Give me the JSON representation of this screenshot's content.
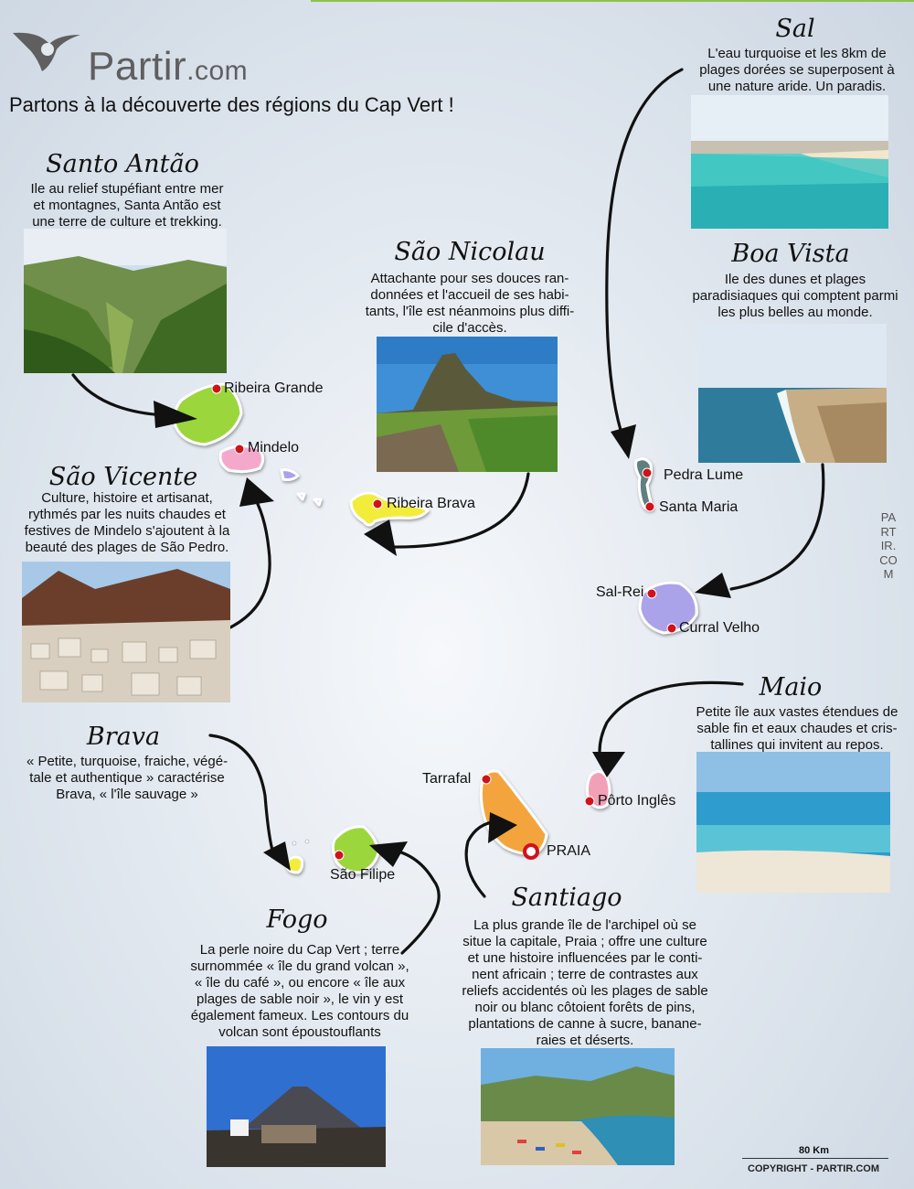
{
  "brand": {
    "name": "Partir",
    "domain": ".com",
    "accent": "#8bc34a",
    "logo_icon": "map-pin-bird-icon"
  },
  "headline": "Partons à la découverte des régions du Cap Vert !",
  "vertical_mark": "PARTIR.COM",
  "regions": {
    "santo_antao": {
      "title": "Santo Antão",
      "lines": [
        "Ile au relief stupéfiant entre mer",
        "et montagnes, Santa Antão est",
        "une terre de culture et trekking."
      ]
    },
    "sao_nicolau": {
      "title": "São Nicolau",
      "lines": [
        "Attachante pour ses douces ran-",
        "données et l'accueil de ses habi-",
        "tants, l'île est néanmoins plus diffi-",
        "cile d'accès."
      ]
    },
    "sal": {
      "title": "Sal",
      "lines": [
        "L'eau turquoise et les 8km de",
        "plages dorées se superposent à",
        "une nature aride. Un paradis."
      ]
    },
    "boa_vista": {
      "title": "Boa Vista",
      "lines": [
        "Ile des dunes et plages",
        "paradisiaques qui comptent parmi",
        "les plus belles au monde."
      ]
    },
    "sao_vicente": {
      "title": "São Vicente",
      "lines": [
        "Culture, histoire et artisanat,",
        "rythmés par les nuits chaudes et",
        "festives de Mindelo s'ajoutent à la",
        "beauté des plages de São Pedro."
      ]
    },
    "brava": {
      "title": "Brava",
      "lines": [
        "« Petite, turquoise, fraiche, végé-",
        "tale et authentique » caractérise",
        "Brava, « l'île sauvage »"
      ]
    },
    "maio": {
      "title": "Maio",
      "lines": [
        "Petite île aux vastes étendues de",
        "sable fin et eaux chaudes et cris-",
        "tallines qui invitent au repos."
      ]
    },
    "fogo": {
      "title": "Fogo",
      "lines": [
        "La perle noire du Cap Vert ; terre",
        "surnommée « île du grand volcan »,",
        "« île du café », ou encore « île aux",
        "plages de sable noir », le vin y est",
        "également fameux. Les contours du",
        "volcan sont époustouflants"
      ]
    },
    "santiago": {
      "title": "Santiago",
      "lines": [
        "La plus grande île de l'archipel où se",
        "situe la capitale, Praia ; offre une culture",
        "et une histoire influencées par le conti-",
        "nent africain ; terre de contrastes aux",
        "reliefs accidentés où les plages de sable",
        "noir ou blanc côtoient forêts de pins,",
        "plantations de canne à sucre, banane-",
        "raies et déserts."
      ]
    }
  },
  "towns": {
    "ribeira_grande": "Ribeira Grande",
    "mindelo": "Mindelo",
    "ribeira_brava": "Ribeira Brava",
    "pedra_lume": "Pedra Lume",
    "santa_maria": "Santa Maria",
    "sal_rei": "Sal-Rei",
    "curral_velho": "Curral Velho",
    "porto_ingles": "Pôrto Inglês",
    "tarrafal": "Tarrafal",
    "praia": "PRAIA",
    "sao_filipe": "São Filipe"
  },
  "island_colors": {
    "santo_antao": "#9bd63c",
    "sao_vicente": "#f4a8cc",
    "sao_nicolau": "#f2ec3a",
    "sal": "#5f7f80",
    "boa_vista": "#aaa3ea",
    "maio": "#f2a0b8",
    "santiago": "#f4a43c",
    "fogo": "#9bd63c",
    "brava": "#f2ec3a",
    "town_dot": "#d0121b"
  },
  "scale": "80 Km",
  "copyright": "COPYRIGHT - PARTIR.COM"
}
